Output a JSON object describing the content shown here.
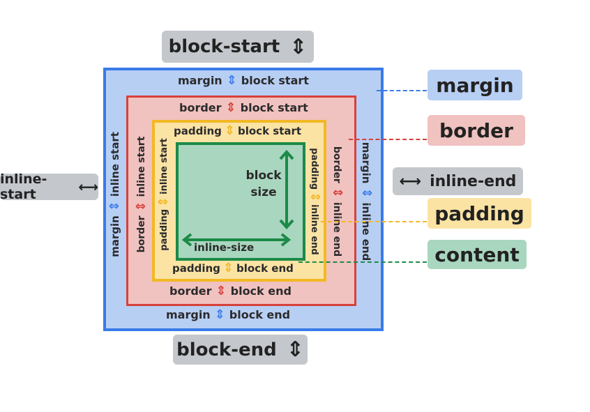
{
  "colors": {
    "margin": "#3a7be8",
    "margin_fill": "#b8cff4",
    "border": "#d8403a",
    "border_fill": "#f0c2c0",
    "padding": "#f2b824",
    "padding_fill": "#fbe3a4",
    "content": "#1c8a48",
    "content_fill": "#a9d6bf",
    "pill": "#c4c7cc"
  },
  "outer": {
    "block_start": "block-start",
    "block_end": "block-end",
    "inline_start": "inline-start",
    "inline_end": "inline-end"
  },
  "legend": {
    "margin": "margin",
    "border": "border",
    "padding": "padding",
    "content": "content"
  },
  "margin_box": {
    "top_word": "margin",
    "top_side": "block start",
    "bottom_word": "margin",
    "bottom_side": "block end",
    "left_word": "margin",
    "left_side": "inline start",
    "right_word": "margin",
    "right_side": "inline end"
  },
  "border_box": {
    "top_word": "border",
    "top_side": "block start",
    "bottom_word": "border",
    "bottom_side": "block end",
    "left_word": "border",
    "left_side": "inline start",
    "right_word": "border",
    "right_side": "inline end"
  },
  "padding_box": {
    "top_word": "padding",
    "top_side": "block start",
    "bottom_word": "padding",
    "bottom_side": "block end",
    "left_word": "padding",
    "left_side": "inline start",
    "right_word": "padding",
    "right_side": "inline end"
  },
  "content_box": {
    "block_size_1": "block",
    "block_size_2": "size",
    "inline_size": "inline-size"
  }
}
